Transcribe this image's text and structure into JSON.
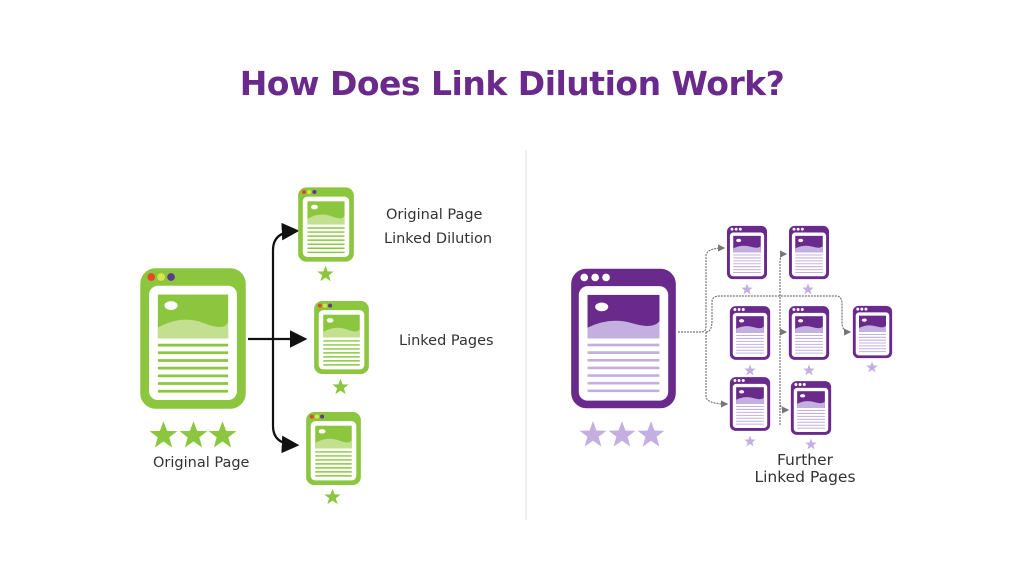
{
  "title": "How Does Link Dilution Work?",
  "left": {
    "original_label": "Original Page",
    "dilution_label_line1": "Original Page",
    "dilution_label_line2": "Linked Dilution",
    "linked_label": "Linked Pages",
    "original_stars": 3,
    "linked_page_stars": 1
  },
  "right": {
    "further_label_line1": "Further",
    "further_label_line2": "Linked Pages",
    "original_stars": 3,
    "linked_page_stars": 1
  },
  "colors": {
    "title": "#6a2a8c",
    "green": "#8cc63f",
    "purple": "#6a2a8c",
    "lavender": "#c4b0e0"
  }
}
